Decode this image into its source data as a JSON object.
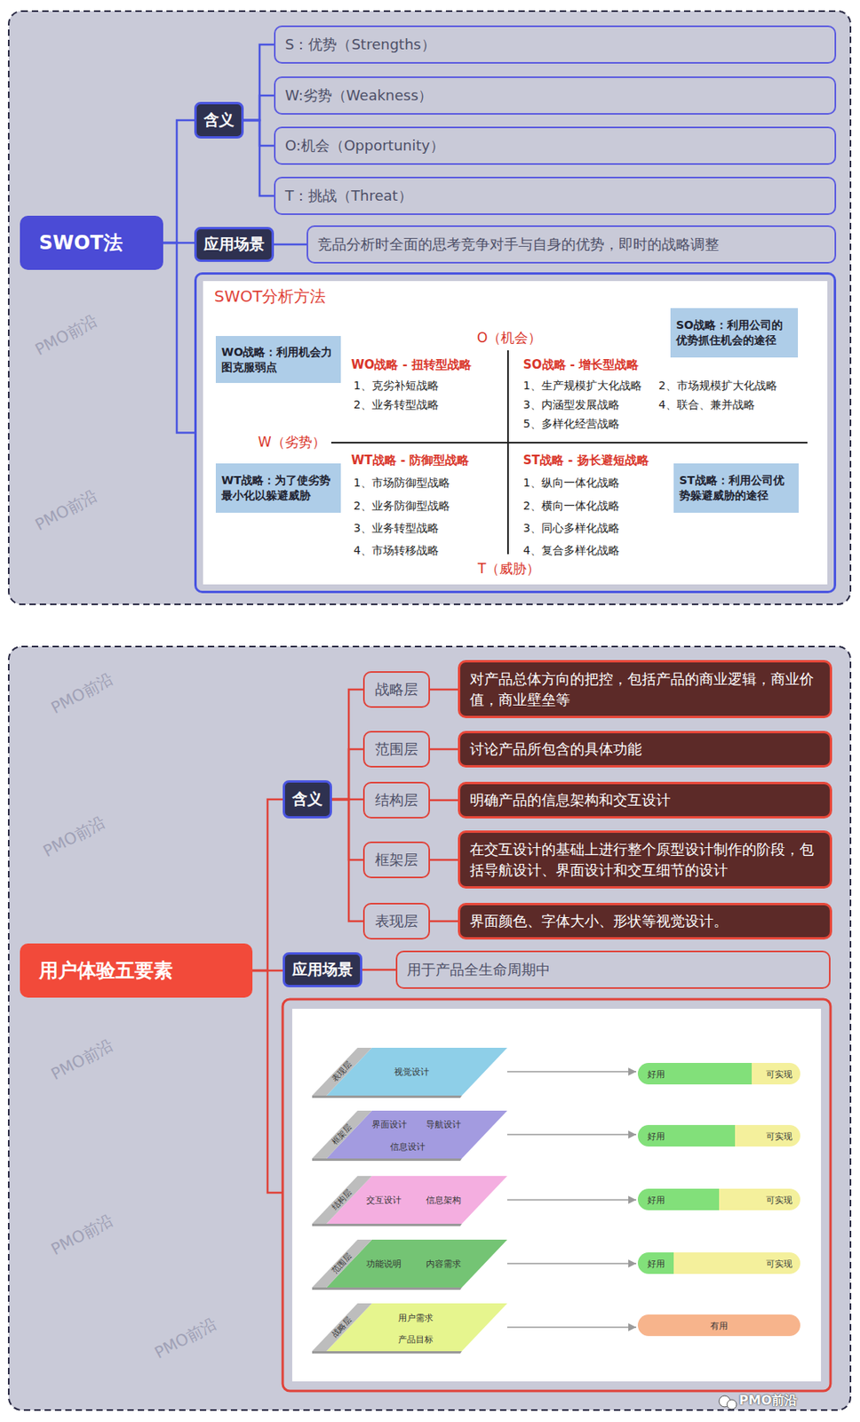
{
  "diagram": {
    "nodes": [
      {
        "text": [
          "SWOT法"
        ]
      },
      {
        "text": [
          "含义"
        ]
      },
      {
        "text": [
          "S：优势（Strengths）"
        ]
      },
      {
        "text": [
          "W:劣势（Weakness）"
        ]
      },
      {
        "text": [
          "O:机会（Opportunity）"
        ]
      },
      {
        "text": [
          "T：挑战（Threat）"
        ]
      },
      {
        "text": [
          "应用场景"
        ]
      },
      {
        "text": [
          "竞品分析时全面的思考竞争对手与自身的优势，即时的战略调整"
        ]
      },
      {
        "text": [
          "SWOT分析方法"
        ]
      },
      {
        "text": [
          "WO战略：利用机会力图克服弱点"
        ],
        "in": 8
      },
      {
        "text": [
          "SO战略：利用公司的优势抓住机会的途径"
        ],
        "in": 8
      },
      {
        "text": [
          "WT战略：为了使劣势最小化以躲避威胁"
        ],
        "in": 8
      },
      {
        "text": [
          "ST战略：利用公司优势躲避威胁的途径"
        ],
        "in": 8
      },
      {
        "text": [
          "用户体验五要素"
        ]
      },
      {
        "text": [
          "含义"
        ]
      },
      {
        "text": [
          "战略层"
        ]
      },
      {
        "text": [
          "对产品总体方向的把控，包括产品的商业逻辑，商业价值，商业壁垒等"
        ]
      },
      {
        "text": [
          "范围层"
        ]
      },
      {
        "text": [
          "讨论产品所包含的具体功能"
        ]
      },
      {
        "text": [
          "结构层"
        ]
      },
      {
        "text": [
          "明确产品的信息架构和交互设计"
        ]
      },
      {
        "text": [
          "框架层"
        ]
      },
      {
        "text": [
          "在交互设计的基础上进行整个原型设计制作的阶段，包括导航设计、界面设计和交互细节的设计"
        ]
      },
      {
        "text": [
          "表现层"
        ]
      },
      {
        "text": [
          "界面颜色、字体大小、形状等视觉设计。"
        ]
      },
      {
        "text": [
          "应用场景"
        ]
      },
      {
        "text": [
          "用于产品全生命周期中"
        ]
      },
      {
        "text": [
          "表现层",
          "视觉设计"
        ]
      },
      {
        "text": [
          "好用",
          "可实现"
        ]
      },
      {
        "text": [
          "框架层",
          "界面设计",
          "导航设计",
          "信息设计"
        ]
      },
      {
        "text": [
          "好用",
          "可实现"
        ]
      },
      {
        "text": [
          "结构层",
          "交互设计",
          "信息架构"
        ]
      },
      {
        "text": [
          "好用",
          "可实现"
        ]
      },
      {
        "text": [
          "范围层",
          "功能说明",
          "内容需求"
        ]
      },
      {
        "text": [
          "好用",
          "可实现"
        ]
      },
      {
        "text": [
          "战略层",
          "用户需求",
          "产品目标"
        ]
      },
      {
        "text": [
          "有用"
        ]
      }
    ],
    "edges": [
      {
        "from": 0,
        "to": 1,
        "arrow": "none"
      },
      {
        "from": 0,
        "to": 6,
        "arrow": "none"
      },
      {
        "from": 0,
        "to": 8,
        "arrow": "none"
      },
      {
        "from": 1,
        "to": 2,
        "arrow": "none"
      },
      {
        "from": 1,
        "to": 3,
        "arrow": "none"
      },
      {
        "from": 1,
        "to": 4,
        "arrow": "none"
      },
      {
        "from": 1,
        "to": 5,
        "arrow": "none"
      },
      {
        "from": 6,
        "to": 7,
        "arrow": "none"
      },
      {
        "from": 13,
        "to": 14,
        "arrow": "none"
      },
      {
        "from": 13,
        "to": 25,
        "arrow": "none"
      },
      {
        "from": 14,
        "to": 15,
        "arrow": "none"
      },
      {
        "from": 14,
        "to": 17,
        "arrow": "none"
      },
      {
        "from": 14,
        "to": 19,
        "arrow": "none"
      },
      {
        "from": 14,
        "to": 21,
        "arrow": "none"
      },
      {
        "from": 14,
        "to": 23,
        "arrow": "none"
      },
      {
        "from": 15,
        "to": 16,
        "arrow": "none"
      },
      {
        "from": 17,
        "to": 18,
        "arrow": "none"
      },
      {
        "from": 19,
        "to": 20,
        "arrow": "none"
      },
      {
        "from": 21,
        "to": 22,
        "arrow": "none"
      },
      {
        "from": 23,
        "to": 24,
        "arrow": "none"
      },
      {
        "from": 25,
        "to": 26,
        "arrow": "none"
      },
      {
        "from": 27,
        "to": 28,
        "arrow": "to"
      },
      {
        "from": 29,
        "to": 30,
        "arrow": "to"
      },
      {
        "from": 31,
        "to": 32,
        "arrow": "to"
      },
      {
        "from": 33,
        "to": 34,
        "arrow": "to"
      },
      {
        "from": 35,
        "to": 36,
        "arrow": "to"
      }
    ],
    "labels": [
      "O（机会）",
      "WO战略 - 扭转型战略",
      "1、克劣补短战略",
      "2、业务转型战略",
      "SO战略 - 增长型战略",
      "1、生产规模扩大化战略",
      "2、市场规模扩大化战略",
      "3、内涵型发展战略",
      "4、联合、兼并战略",
      "5、多样化经营战略",
      "W（劣势）",
      "WT战略 - 防御型战略",
      "1、市场防御型战略",
      "2、业务防御型战略",
      "3、业务转型战略",
      "4、市场转移战略",
      "ST战略 - 扬长避短战略",
      "1、纵向一体化战略",
      "2、横向一体化战略",
      "3、同心多样化战略",
      "4、复合多样化战略",
      "T（威胁）",
      "PMO前沿",
      "PMO前沿",
      "PMO前沿",
      "PMO前沿",
      "PMO前沿",
      "PMO前沿",
      "PMO前沿",
      "PMO前沿"
    ]
  }
}
